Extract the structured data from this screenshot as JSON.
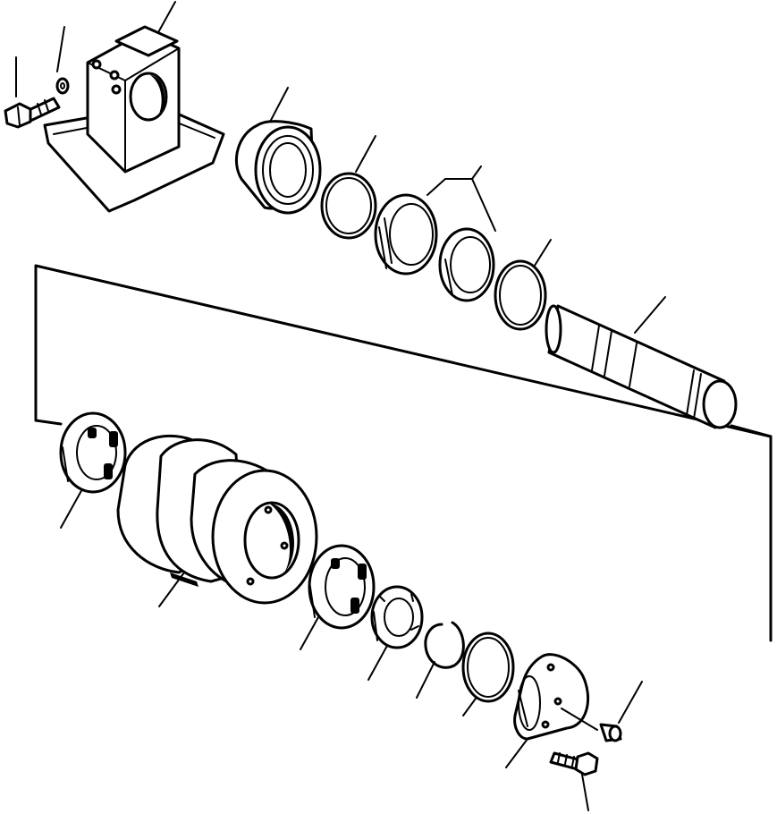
{
  "diagram": {
    "type": "exploded-parts-view",
    "parts": [
      {
        "id": "bolt-top",
        "icon": "hex-bolt"
      },
      {
        "id": "washer-top",
        "icon": "washer"
      },
      {
        "id": "bracket",
        "icon": "support-bracket"
      },
      {
        "id": "collar",
        "icon": "collar"
      },
      {
        "id": "o-ring-1",
        "icon": "o-ring"
      },
      {
        "id": "floating-seal-pair",
        "icon": "floating-seal"
      },
      {
        "id": "o-ring-2",
        "icon": "o-ring"
      },
      {
        "id": "shaft",
        "icon": "shaft"
      },
      {
        "id": "bearing-left",
        "icon": "roller-bearing"
      },
      {
        "id": "roller",
        "icon": "track-roller"
      },
      {
        "id": "bearing-right",
        "icon": "roller-bearing"
      },
      {
        "id": "nut",
        "icon": "lock-nut"
      },
      {
        "id": "snap-ring",
        "icon": "snap-ring"
      },
      {
        "id": "o-ring-3",
        "icon": "o-ring"
      },
      {
        "id": "cover",
        "icon": "cover-plate"
      },
      {
        "id": "plug",
        "icon": "plug"
      },
      {
        "id": "bolt-bottom",
        "icon": "hex-bolt"
      }
    ]
  }
}
